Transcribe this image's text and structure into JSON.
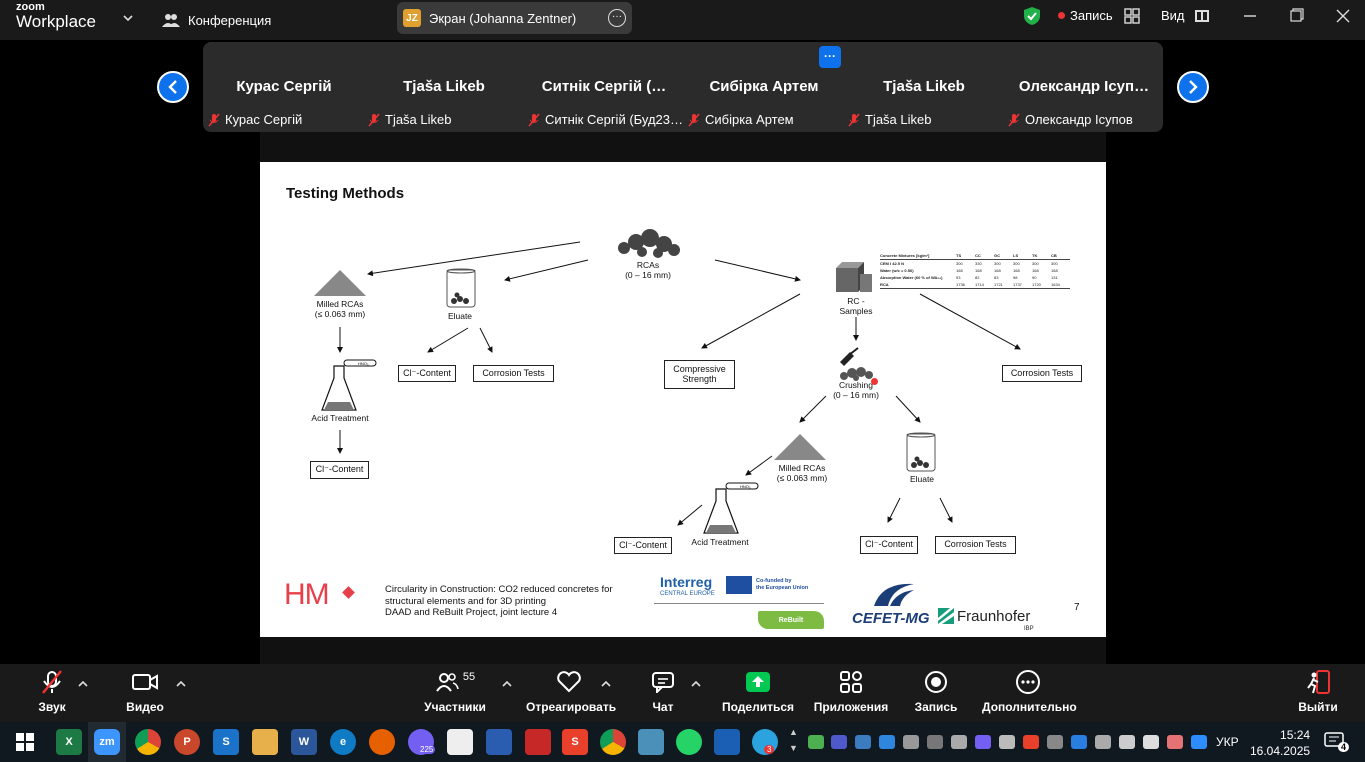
{
  "app": {
    "logo_line1": "zoom",
    "logo_line2": "Workplace"
  },
  "topbar": {
    "conference_label": "Конференция",
    "share_title": "Экран (Johanna Zentner)",
    "share_initials": "JZ",
    "record_label": "Запись",
    "view_label": "Вид"
  },
  "participants": [
    {
      "big": "Курас Сергій",
      "small": "Курас Сергій"
    },
    {
      "big": "Tjaša Likeb",
      "small": "Tjaša Likeb"
    },
    {
      "big": "Ситнік Сергій (…",
      "small": "Ситнік Сергій (Буд23…"
    },
    {
      "big": "Сибірка Артем",
      "small": "Сибірка Артем"
    },
    {
      "big": "Tjaša Likeb",
      "small": "Tjaša Likeb"
    },
    {
      "big": "Олександр Ісуп…",
      "small": "Олександр Ісупов"
    }
  ],
  "slide": {
    "title": "Testing Methods",
    "rcas": "RCAs",
    "rcas_range": "(0 – 16 mm)",
    "milled_rcas": "Milled RCAs",
    "milled_range": "(≤ 0.063 mm)",
    "eluate": "Eluate",
    "cl_content": "Cl⁻-Content",
    "corrosion_tests": "Corrosion Tests",
    "acid_treatment": "Acid Treatment",
    "compressive_strength_1": "Compressive",
    "compressive_strength_2": "Strength",
    "rc_samples_1": "RC -",
    "rc_samples_2": "Samples",
    "crushing": "Crushing",
    "crushing_range": "(0 – 16 mm)",
    "hno3": "HNO₃",
    "table": {
      "header": [
        "Concrete Mixtures [kg/m³]",
        "TS",
        "CC",
        "GC",
        "LS",
        "TK",
        "CB"
      ],
      "rows": [
        [
          "CEM I 42.5 N",
          "300",
          "330",
          "300",
          "300",
          "300",
          "300"
        ],
        [
          "Water (w/c = 0.56)",
          "168",
          "168",
          "168",
          "168",
          "168",
          "168"
        ],
        [
          "Absorption Water (60 % of WA₂₄)",
          "93",
          "82",
          "83",
          "98",
          "90",
          "131"
        ],
        [
          "RCA",
          "1736",
          "1714",
          "1721",
          "1737",
          "1720",
          "1634"
        ]
      ]
    },
    "footer_text_1": "Circularity in Construction: CO2 reduced concretes for",
    "footer_text_2": "structural elements and for 3D printing",
    "footer_text_3": "DAAD and ReBuilt Project, joint lecture 4",
    "hm_logo": "HM",
    "interreg_1": "Interreg",
    "interreg_2": "CENTRAL EUROPE",
    "eu_1": "Co-funded by",
    "eu_2": "the European Union",
    "rebuilt": "ReBuilt",
    "cefet": "CEFET-MG",
    "fraunhofer": "Fraunhofer",
    "ibp": "IBP",
    "page_number": "7"
  },
  "toolbar": {
    "audio": "Звук",
    "video": "Видео",
    "participants": "Участники",
    "participants_count": "55",
    "react": "Отреагировать",
    "chat": "Чат",
    "share": "Поделиться",
    "apps": "Приложения",
    "record": "Запись",
    "more": "Дополнительно",
    "leave": "Выйти"
  },
  "taskbar": {
    "badge_viber": "225",
    "badge_telegram": "3",
    "badge_notifications": "4",
    "language": "УКР",
    "time": "15:24",
    "date": "16.04.2025"
  },
  "colors": {
    "zoom_blue": "#0e72ed",
    "record_red": "#e33333",
    "share_green": "#00c853",
    "hm_red": "#e8404a"
  }
}
